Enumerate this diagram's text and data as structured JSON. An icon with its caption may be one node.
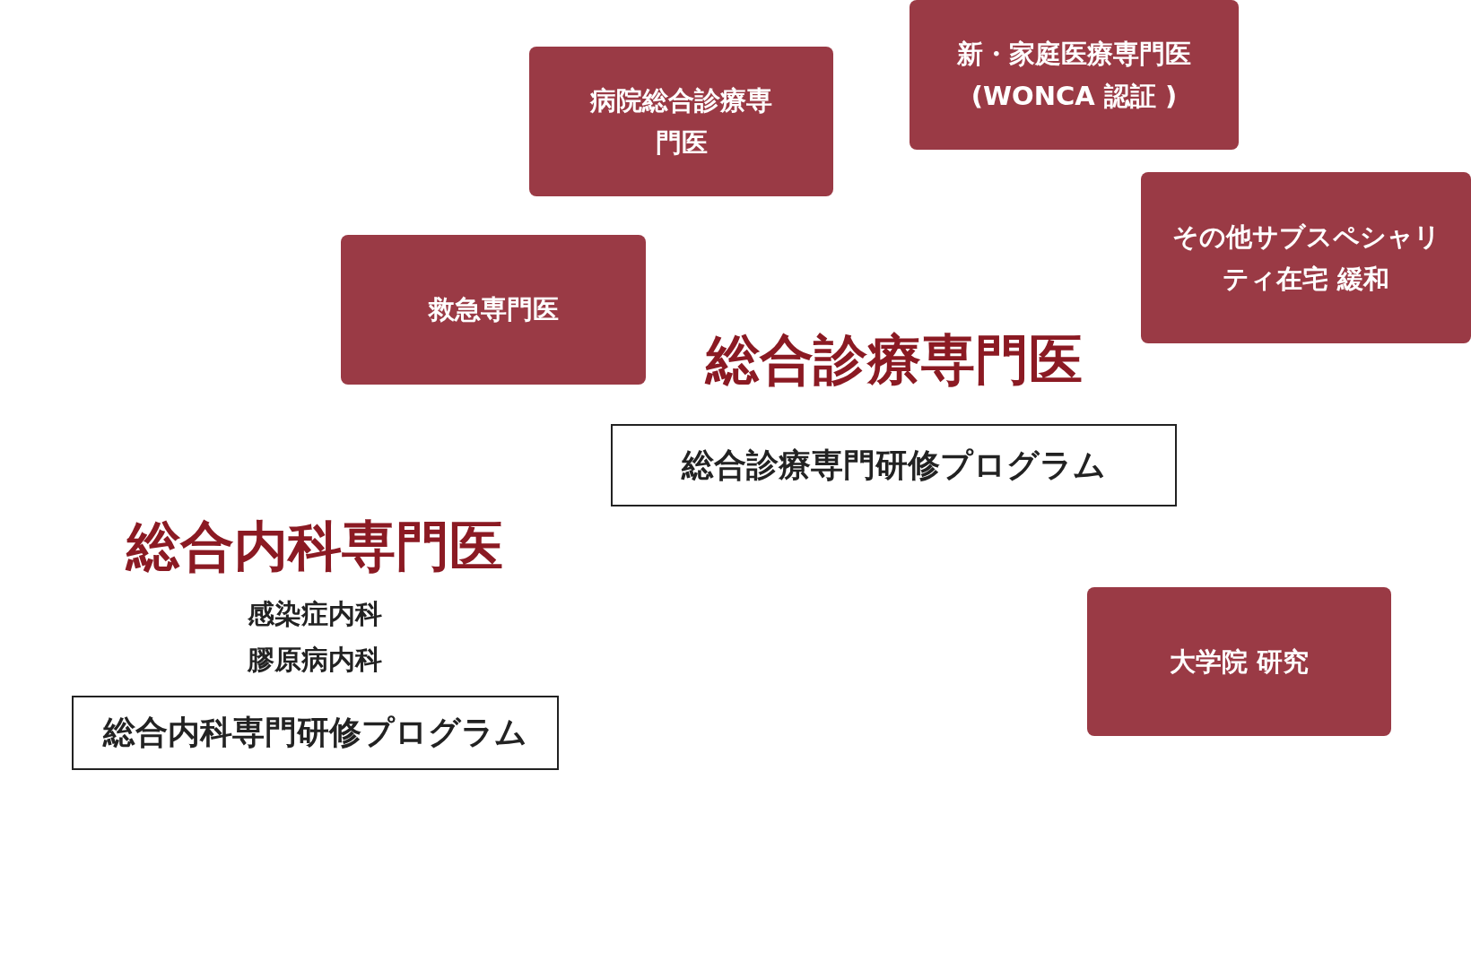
{
  "diagram": {
    "nodes": [
      {
        "text": [
          "病院総合診療専門医"
        ]
      },
      {
        "text": [
          "新・家庭医療専門医(WONCA 認証 )"
        ]
      },
      {
        "text": [
          "その他サブスペシャリティ在宅 緩和"
        ]
      },
      {
        "text": [
          "救急専門医"
        ]
      },
      {
        "text": [
          "総合診療専門研修プログラム"
        ]
      },
      {
        "text": [
          "総合内科専門研修プログラム"
        ]
      },
      {
        "text": [
          "大学院 研究"
        ]
      }
    ],
    "labels": [
      "総合診療専門医",
      "総合内科専門医",
      "感染症内科",
      "膠原病内科"
    ]
  }
}
